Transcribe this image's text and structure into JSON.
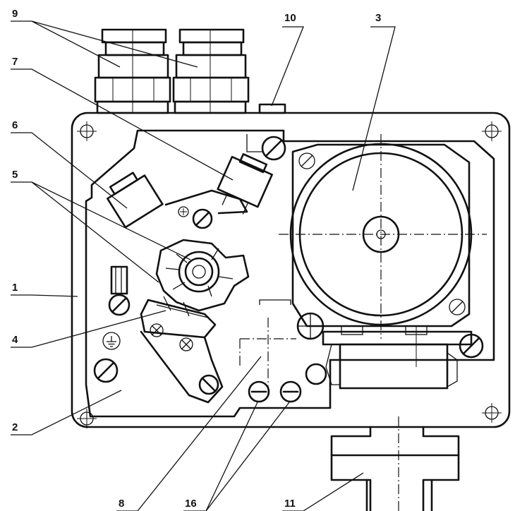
{
  "callouts": [
    {
      "id": "c1",
      "text": "1"
    },
    {
      "id": "c2",
      "text": "2"
    },
    {
      "id": "c3",
      "text": "3"
    },
    {
      "id": "c4",
      "text": "4"
    },
    {
      "id": "c5",
      "text": "5"
    },
    {
      "id": "c6",
      "text": "6"
    },
    {
      "id": "c7",
      "text": "7"
    },
    {
      "id": "c8",
      "text": "8"
    },
    {
      "id": "c9",
      "text": "9"
    },
    {
      "id": "c10",
      "text": "10"
    },
    {
      "id": "c11",
      "text": "11"
    },
    {
      "id": "c16",
      "text": "16"
    }
  ],
  "icons": {
    "ground": "ground-symbol-icon",
    "screw": "slotted-screw-icon",
    "gland": "cable-gland-icon"
  }
}
